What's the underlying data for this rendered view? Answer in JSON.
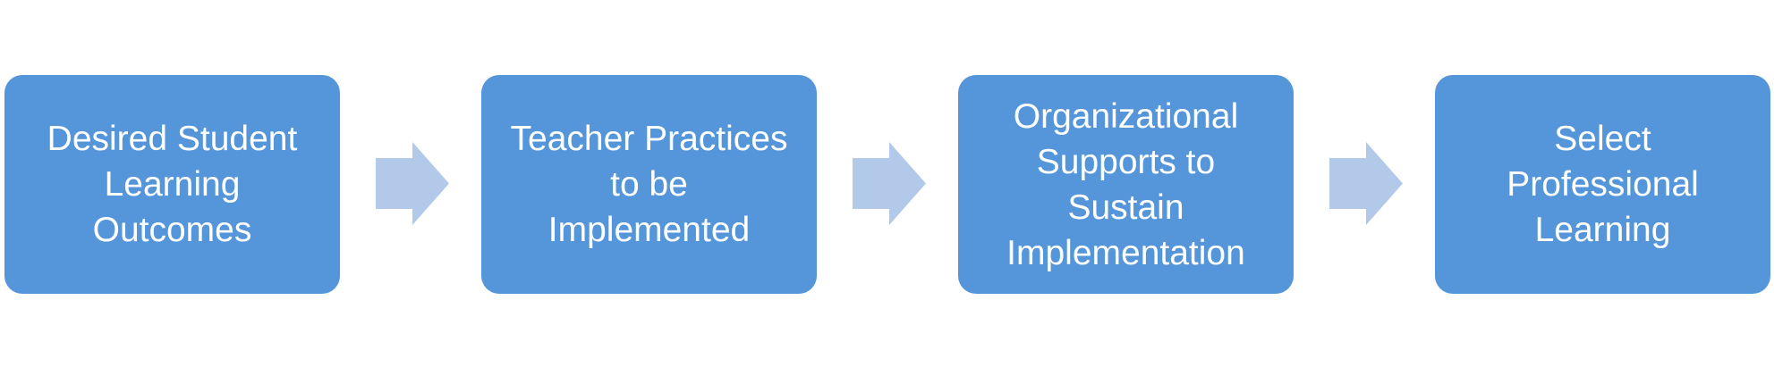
{
  "diagram": {
    "steps": [
      {
        "label": "Desired Student\nLearning\nOutcomes"
      },
      {
        "label": "Teacher Practices\nto be\nImplemented"
      },
      {
        "label": "Organizational\nSupports to\nSustain\nImplementation"
      },
      {
        "label": "Select\nProfessional\nLearning"
      }
    ],
    "colors": {
      "box_fill": "#5596da",
      "box_text": "#ffffff",
      "arrow_fill": "#b3c9ea"
    }
  }
}
